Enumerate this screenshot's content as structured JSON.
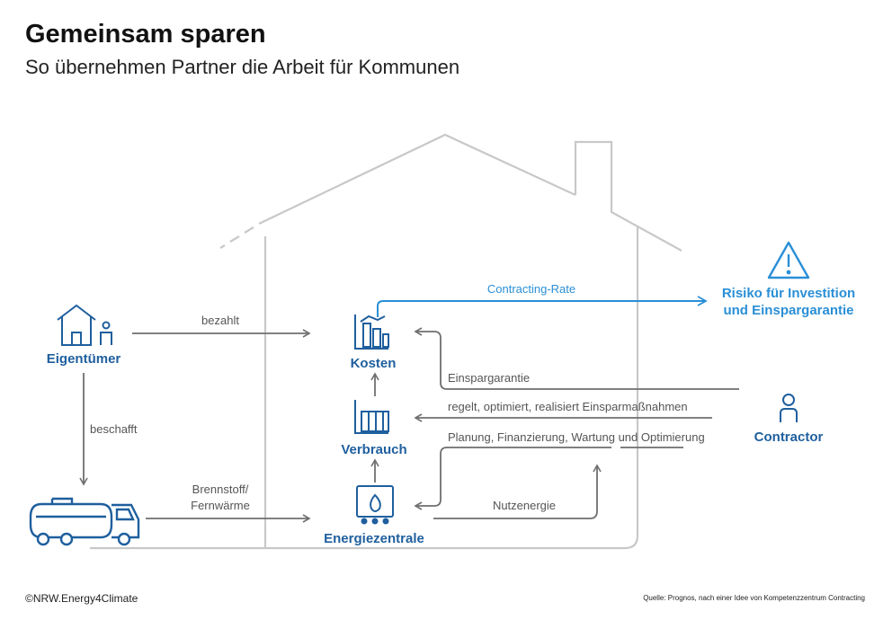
{
  "header": {
    "title": "Gemeinsam sparen",
    "subtitle": "So übernehmen Partner die Arbeit für Kommunen"
  },
  "actors": {
    "owner": "Eigentümer",
    "contractor": "Contractor",
    "risk_line1": "Risiko für Investition",
    "risk_line2": "und Einspargarantie"
  },
  "nodes": {
    "costs": "Kosten",
    "consumption": "Verbrauch",
    "energy_center": "Energiezentrale"
  },
  "flows": {
    "paid": "bezahlt",
    "procured": "beschafft",
    "fuel_line1": "Brennstoff/",
    "fuel_line2": "Fernwärme",
    "contracting_rate": "Contracting-Rate",
    "savings_guarantee": "Einspargarantie",
    "regulates": "regelt, optimiert, realisiert Einsparmaßnahmen",
    "planning": "Planung, Finanzierung, Wartung  und Optimierung",
    "useful_energy": "Nutzenergie"
  },
  "footer": {
    "copyright": "©NRW.Energy4Climate",
    "source": "Quelle: Prognos, nach einer Idee von Kompetenzzentrum Contracting"
  },
  "colors": {
    "dark_blue": "#1f5f9e",
    "light_blue": "#2a8fd6",
    "gray": "#6f6f6f",
    "house_outline": "#c8c8c8"
  }
}
